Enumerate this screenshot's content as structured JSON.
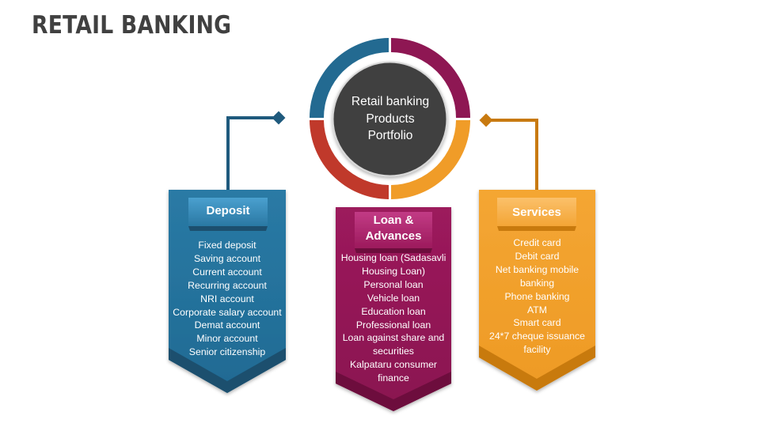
{
  "title": "RETAIL BANKING",
  "center": {
    "lines": [
      "Retail banking",
      "Products",
      "Portfolio"
    ]
  },
  "colors": {
    "deposit": "#236A91",
    "loan": "#8E1753",
    "services": "#F09C28",
    "red": "#C0392B",
    "center": "#404040",
    "title": "#404040"
  },
  "panels": {
    "deposit": {
      "heading": "Deposit",
      "items": [
        "Fixed deposit",
        "Saving account",
        "Current account",
        "Recurring account",
        "NRI account",
        "Corporate salary account",
        "Demat account",
        "Minor account",
        "Senior citizenship"
      ]
    },
    "loan": {
      "heading_lines": [
        "Loan &",
        "Advances"
      ],
      "items": [
        "Housing loan (Sadasavli",
        "Housing Loan)",
        "Personal loan",
        "Vehicle loan",
        "Education loan",
        "Professional loan",
        "Loan against share and",
        "securities",
        "Kalpataru consumer",
        "finance"
      ]
    },
    "services": {
      "heading": "Services",
      "items": [
        "Credit card",
        "Debit card",
        "Net banking mobile",
        "banking",
        "Phone banking",
        "ATM",
        "Smart card",
        "24*7 cheque issuance",
        "facility"
      ]
    }
  }
}
